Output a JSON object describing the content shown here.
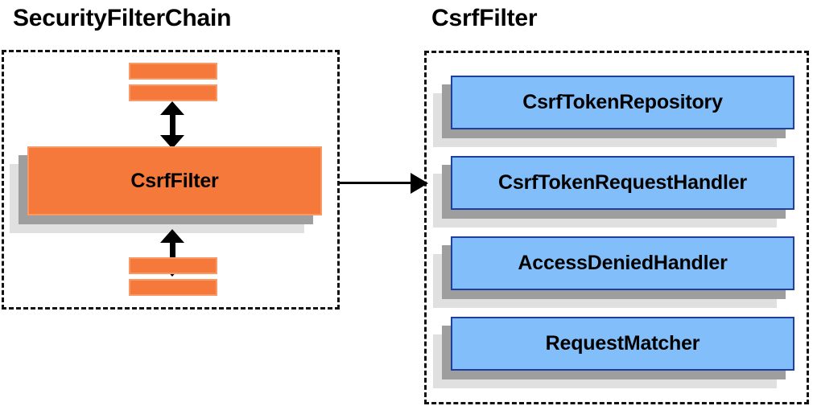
{
  "diagram": {
    "panels": [
      {
        "title": "SecurityFilterChain",
        "nodes": [
          {
            "label": "CsrfFilter"
          }
        ],
        "bars": [
          "filter-bar-top-1",
          "filter-bar-top-2",
          "filter-bar-bottom-1",
          "filter-bar-bottom-2"
        ],
        "arrows": [
          "double-arrow-up",
          "double-arrow-down"
        ]
      },
      {
        "title": "CsrfFilter",
        "nodes": [
          {
            "label": "CsrfTokenRepository"
          },
          {
            "label": "CsrfTokenRequestHandler"
          },
          {
            "label": "AccessDeniedHandler"
          },
          {
            "label": "RequestMatcher"
          }
        ]
      }
    ],
    "connector": {
      "name": "chain-to-filter-arrow",
      "direction": "right"
    },
    "colors": {
      "orange_fill": "#f4793b",
      "orange_border": "#f79a68",
      "blue_fill": "#82bef9",
      "blue_border": "#1f3f9e",
      "shadow_dark": "#9e9e9e",
      "shadow_light": "#e0e0e0",
      "outline": "#111111",
      "text": "#000000",
      "background": "#ffffff"
    }
  }
}
